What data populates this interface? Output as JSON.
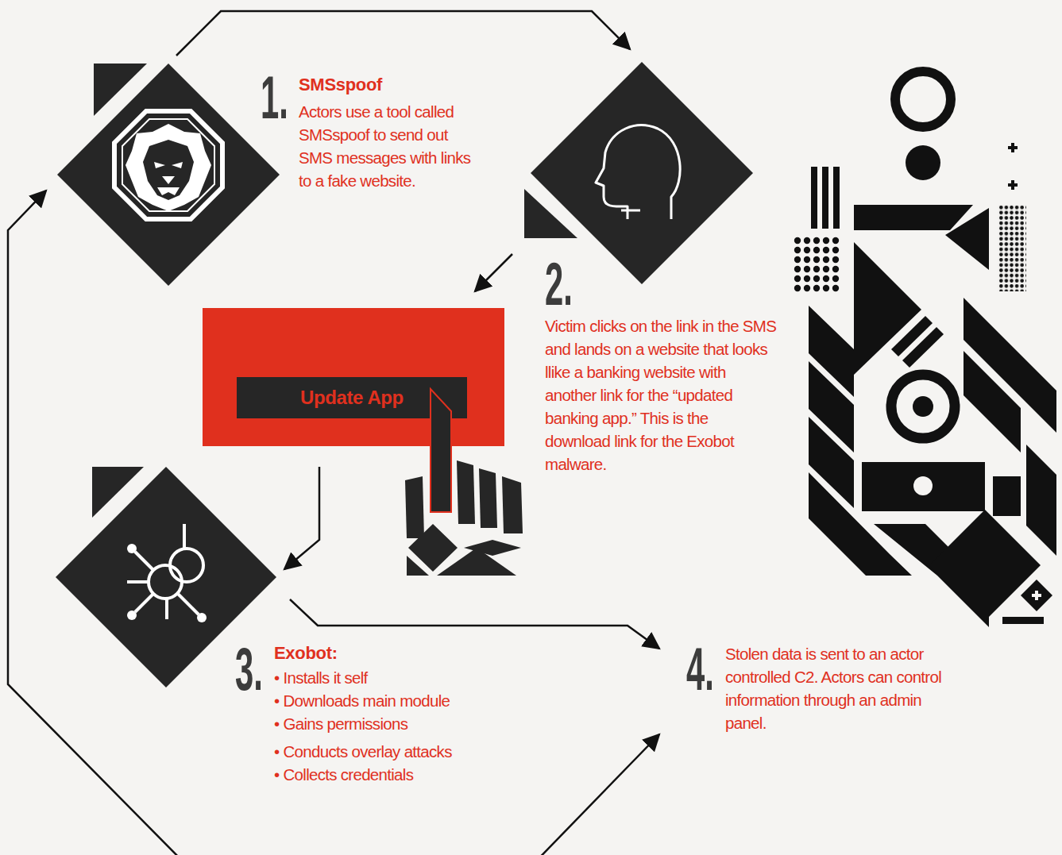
{
  "diagram": {
    "nodes": [
      {
        "text": [
          "SMSspoof",
          "Actors use a tool called SMSspoof to send out SMS messages with links to a fake website."
        ]
      },
      {
        "text": [
          "Victim clicks on the link in the SMS and lands on a website that looks llike a banking website with another link for the “updated banking app.” This is the download link for the Exobot malware."
        ]
      },
      {
        "text": [
          "Update App"
        ]
      },
      {
        "text": [
          "Exobot:",
          "• Installs it self",
          "• Downloads main module",
          "• Gains permissions",
          "• Conducts overlay attacks",
          "• Collects credentials"
        ]
      },
      {
        "text": [
          "Stolen data is sent to an actor controlled C2. Actors can control information through an admin panel."
        ]
      }
    ],
    "edges": [
      {
        "from": 0,
        "to": 1,
        "arrow": "to"
      },
      {
        "from": 1,
        "to": 2,
        "arrow": "to"
      },
      {
        "from": 2,
        "to": 3,
        "arrow": "to"
      },
      {
        "from": 3,
        "to": 4,
        "arrow": "to"
      },
      {
        "from": 4,
        "to": 0,
        "arrow": "both"
      }
    ],
    "labels": [
      "1.",
      "2.",
      "3.",
      "4."
    ]
  }
}
